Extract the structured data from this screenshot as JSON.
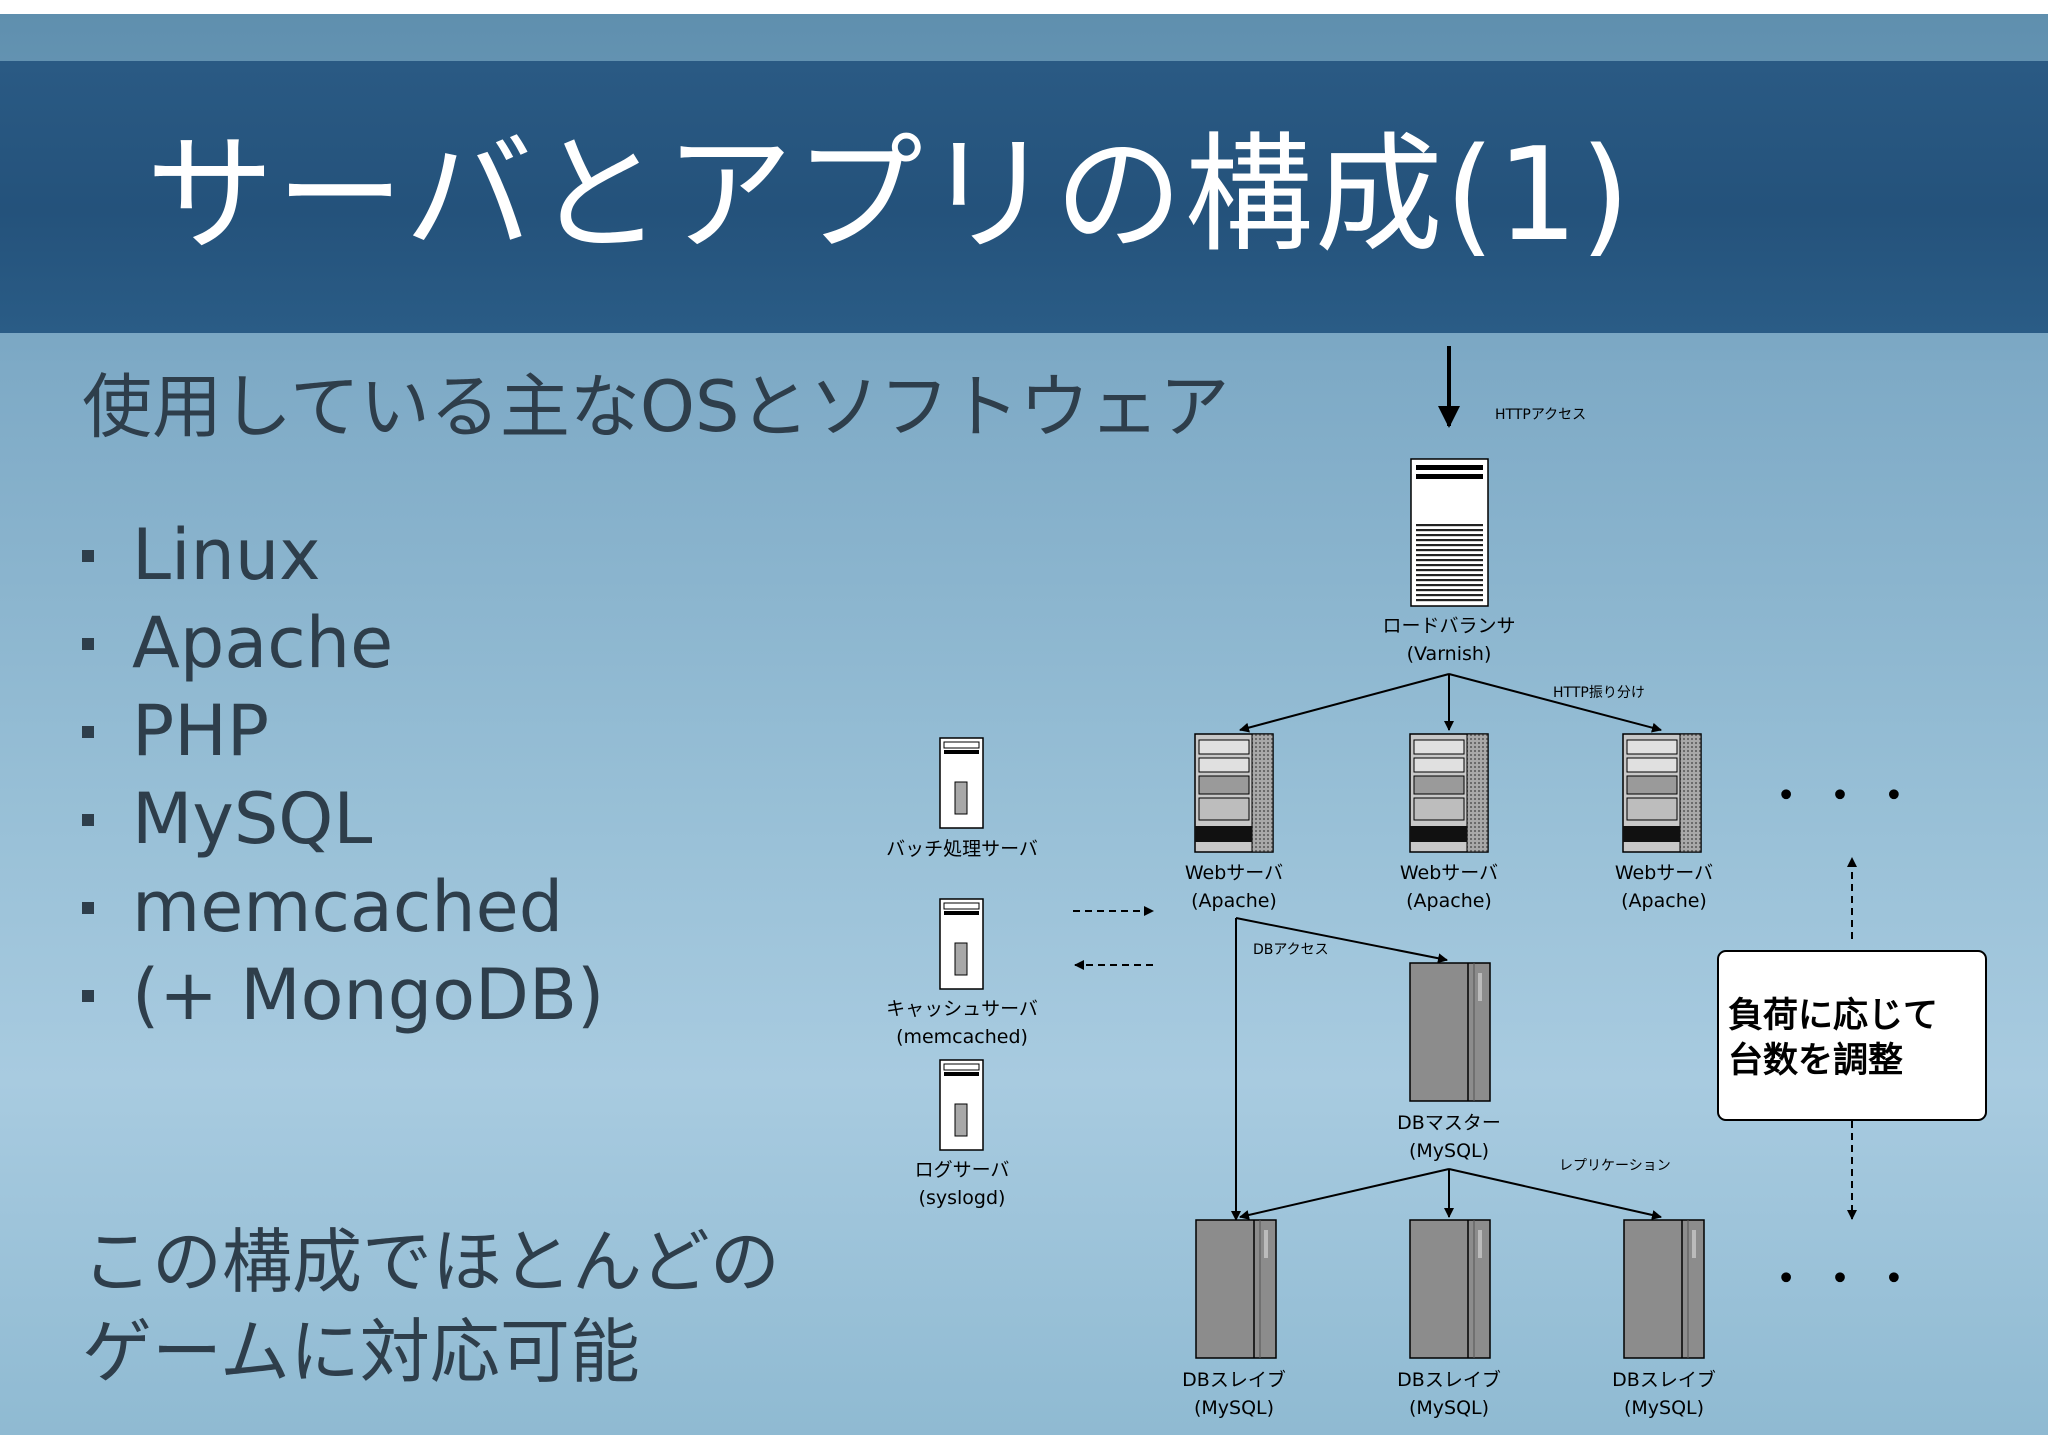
{
  "title": "サーバとアプリの構成(1)",
  "subtitle": "使用している主なOSとソフトウェア",
  "software": [
    "Linux",
    "Apache",
    "PHP",
    "MySQL",
    "memcached",
    "(+ MongoDB)"
  ],
  "conclusion": [
    "この構成でほとんどの",
    "ゲームに対応可能"
  ],
  "diagram": {
    "http_access": "HTTPアクセス",
    "load_balancer": {
      "name": "ロードバランサ",
      "software": "(Varnish)"
    },
    "http_distribution": "HTTP振り分け",
    "web_servers": [
      {
        "name": "Webサーバ",
        "software": "(Apache)"
      },
      {
        "name": "Webサーバ",
        "software": "(Apache)"
      },
      {
        "name": "Webサーバ",
        "software": "(Apache)"
      }
    ],
    "db_access": "DBアクセス",
    "db_master": {
      "name": "DBマスター",
      "software": "(MySQL)"
    },
    "replication": "レプリケーション",
    "db_slaves": [
      {
        "name": "DBスレイブ",
        "software": "(MySQL)"
      },
      {
        "name": "DBスレイブ",
        "software": "(MySQL)"
      },
      {
        "name": "DBスレイブ",
        "software": "(MySQL)"
      }
    ],
    "batch_server": "バッチ処理サーバ",
    "cache_server": {
      "name": "キャッシュサーバ",
      "software": "(memcached)"
    },
    "log_server": {
      "name": "ログサーバ",
      "software": "(syslogd)"
    },
    "scaling_note": [
      "負荷に応じて",
      "台数を調整"
    ],
    "ellipsis": "・ ・ ・"
  },
  "colors": {
    "title_band": "#24527b",
    "title_text": "#ffffff",
    "body_text": "#2e3e4b"
  }
}
